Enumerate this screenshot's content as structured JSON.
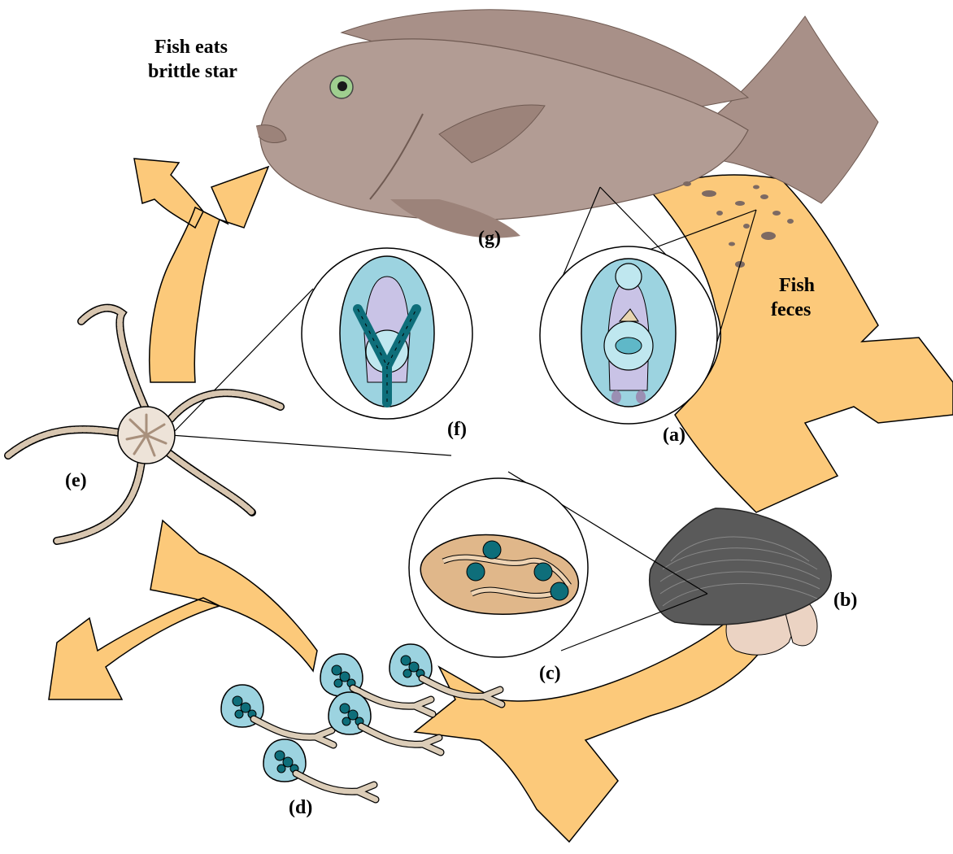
{
  "captions": {
    "fish_eats": [
      "Fish eats",
      "brittle star"
    ],
    "fish_feces": [
      "Fish",
      "feces"
    ]
  },
  "stage_labels": {
    "a": "(a)",
    "b": "(b)",
    "c": "(c)",
    "d": "(d)",
    "e": "(e)",
    "f": "(f)",
    "g": "(g)"
  },
  "colors": {
    "arrow": "#FCC97A",
    "fish_body": "#A89088",
    "egg_fill": "#9CD3E0",
    "spore_dark": "#0E6E7A",
    "clam_shell": "#5A5A5A",
    "brittle_star": "#D8C6B0"
  }
}
